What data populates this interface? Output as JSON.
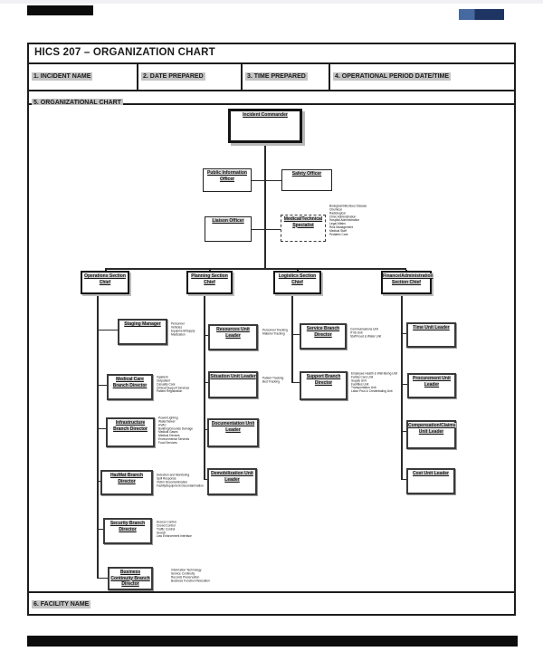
{
  "page": {
    "title": "HICS 207 – ORGANIZATION CHART",
    "fields": [
      {
        "label": "1. INCIDENT NAME"
      },
      {
        "label": "2. DATE PREPARED"
      },
      {
        "label": "3. TIME PREPARED"
      },
      {
        "label": "4. OPERATIONAL PERIOD DATE/TIME"
      }
    ],
    "section5_label": "5. ORGANIZATIONAL CHART",
    "section6_label": "6. FACILITY NAME"
  },
  "colors": {
    "label_highlight": "#c4c4c4",
    "form_border": "#1c1c1c",
    "connector_line": "#2a2a2a",
    "scan_bar_black": "#0c0c0c",
    "scan_chip_blue": "#1e3563"
  },
  "chart": {
    "nodes": {
      "incident_commander": {
        "label": "Incident Commander"
      },
      "public_information_officer": {
        "label": "Public Information Officer"
      },
      "safety_officer": {
        "label": "Safety Officer"
      },
      "liaison_officer": {
        "label": "Liaison Officer"
      },
      "medical_technical_specialist": {
        "label": "Medical/Technical Specialist",
        "units": [
          "Biological/Infectious Disease",
          "Chemical",
          "Radiological",
          "Clinic Administration",
          "Hospital Administration",
          "Legal Affairs",
          "Risk Management",
          "Medical Staff",
          "Pediatric Care"
        ]
      },
      "operations_section_chief": {
        "label": "Operations Section Chief"
      },
      "planning_section_chief": {
        "label": "Planning Section Chief"
      },
      "logistics_section_chief": {
        "label": "Logistics Section Chief"
      },
      "finance_administration_section_chief": {
        "label": "Finance/Administration Section Chief"
      },
      "staging_manager": {
        "label": "Staging Manager",
        "units": [
          "Personnel",
          "Vehicles",
          "Equipment/Supply",
          "Medication"
        ]
      },
      "medical_care_branch_director": {
        "label": "Medical Care Branch Director",
        "units": [
          "Inpatient",
          "Outpatient",
          "Casualty Care",
          "Clinical Support Services",
          "Patient Registration"
        ]
      },
      "infrastructure_branch_director": {
        "label": "Infrastructure Branch Director",
        "units": [
          "Power/Lighting",
          "Water/Sewer",
          "HVAC",
          "Building/Grounds Damage",
          "Medical Gases",
          "Medical Devices",
          "Environmental Services",
          "Food Services"
        ]
      },
      "hazmat_branch_director": {
        "label": "HazMat Branch Director",
        "units": [
          "Detection and Monitoring",
          "Spill Response",
          "Victim Decontamination",
          "Facility/Equipment Decontamination"
        ]
      },
      "security_branch_director": {
        "label": "Security Branch Director",
        "units": [
          "Access Control",
          "Crowd Control",
          "Traffic Control",
          "Search",
          "Law Enforcement Interface"
        ]
      },
      "business_continuity_branch_director": {
        "label": "Business Continuity Branch Director",
        "units": [
          "Information Technology",
          "Service Continuity",
          "Records Preservation",
          "Business Function Relocation"
        ]
      },
      "resources_unit_leader": {
        "label": "Resources Unit Leader",
        "units": [
          "Personnel Tracking",
          "Materiel Tracking"
        ]
      },
      "situation_unit_leader": {
        "label": "Situation Unit Leader",
        "units": [
          "Patient Tracking",
          "Bed Tracking"
        ]
      },
      "documentation_unit_leader": {
        "label": "Documentation Unit Leader"
      },
      "demobilization_unit_leader": {
        "label": "Demobilization Unit Leader"
      },
      "service_branch_director": {
        "label": "Service Branch Director",
        "units": [
          "Communications Unit",
          "IT/IS Unit",
          "Staff Food & Water Unit"
        ]
      },
      "support_branch_director": {
        "label": "Support Branch Director",
        "units": [
          "Employee Health & Well-Being Unit",
          "Family Care Unit",
          "Supply Unit",
          "Facilities Unit",
          "Transportation Unit",
          "Labor Pool & Credentialing Unit"
        ]
      },
      "time_unit_leader": {
        "label": "Time Unit Leader"
      },
      "procurement_unit_leader": {
        "label": "Procurement Unit Leader"
      },
      "compensation_claims_unit_leader": {
        "label": "Compensation/Claims Unit Leader"
      },
      "cost_unit_leader": {
        "label": "Cost Unit Leader"
      }
    }
  }
}
